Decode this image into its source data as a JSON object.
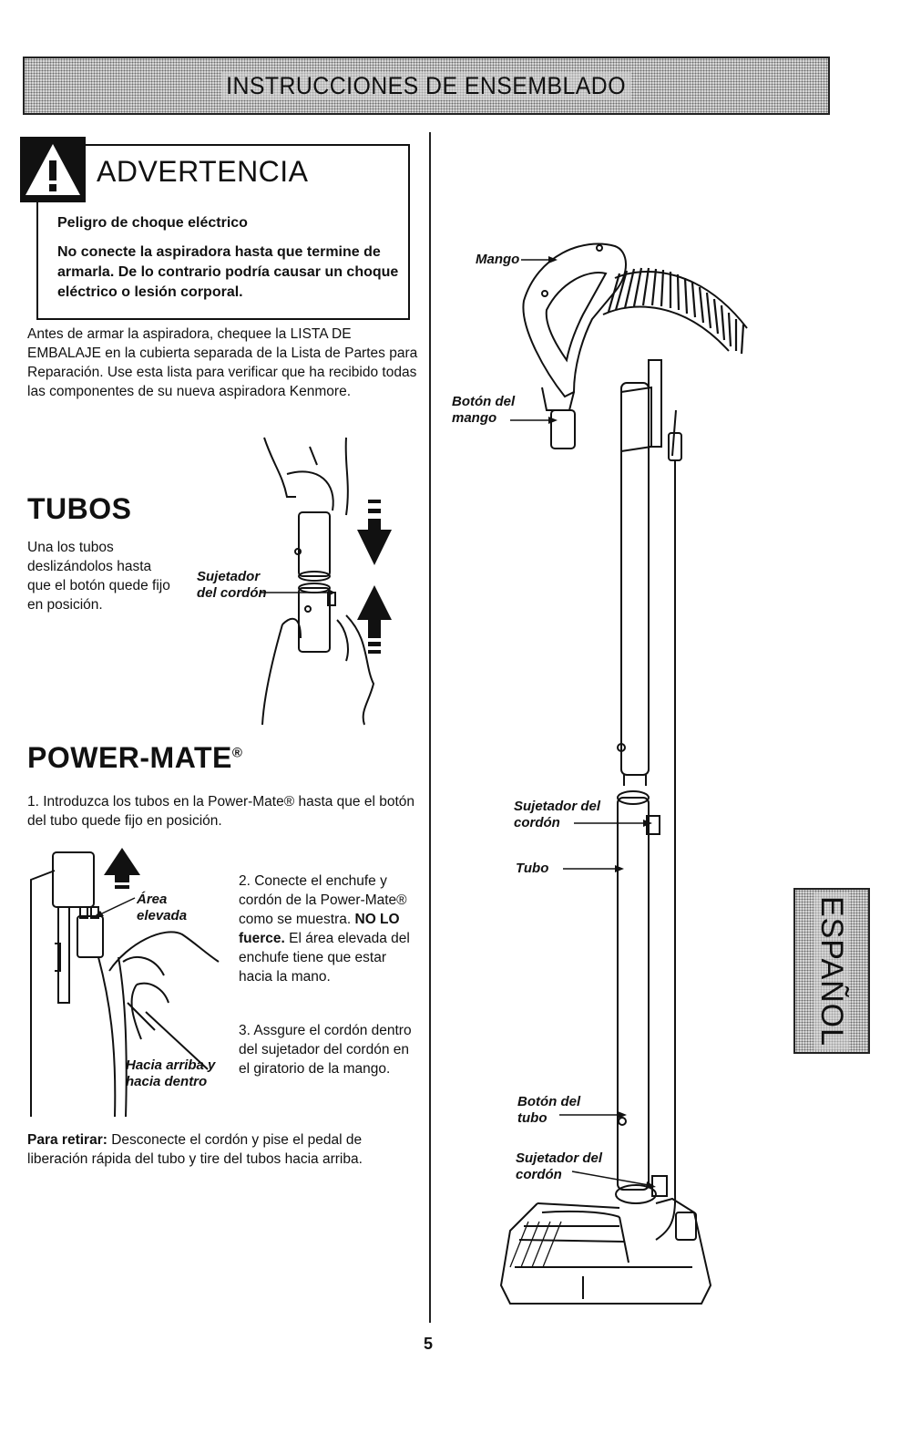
{
  "header": {
    "title": "INSTRUCCIONES DE ENSEMBLADO"
  },
  "warning": {
    "title": "ADVERTENCIA",
    "subtitle": "Peligro de choque eléctrico",
    "text": "No conecte la aspiradora hasta que termine de armarla. De lo contrario podría causar un choque eléctrico o lesión corporal."
  },
  "intro": "Antes de armar la aspiradora, chequee la LISTA DE EMBALAJE en la cubierta separada de la Lista de Partes para Reparación. Use esta lista para verificar que ha recibido todas las componentes de su nueva aspiradora Kenmore.",
  "tubos": {
    "heading": "TUBOS",
    "text": "Una los tubos deslizándolos hasta que el botón quede fijo en posición.",
    "label_sujetador": "Sujetador del cordón"
  },
  "powermate": {
    "heading": "POWER-MATE",
    "reg": "®",
    "step1": "1. Introduzca los tubos en la Power-Mate® hasta que el botón del tubo quede fijo en posición.",
    "step2_a": "2. Conecte el enchufe y cordón de la Power-Mate® como se muestra.",
    "step2_bold": "NO LO fuerce.",
    "step2_b": "El área elevada del enchufe tiene que estar hacia la mano.",
    "step3": "3. Assgure el cordón dentro del sujetador del cordón en el giratorio de la mango.",
    "label_area": "Área elevada",
    "label_hacia": "Hacia arriba y hacia dentro"
  },
  "retirar": {
    "bold": "Para retirar:",
    "text": "Desconecte el cordón y pise el pedal de liberación rápida del tubo y tire del tubos hacia arriba."
  },
  "diagram": {
    "mango": "Mango",
    "boton_mango": "Botón del mango",
    "sujetador_1": "Sujetador del cordón",
    "tubo": "Tubo",
    "boton_tubo": "Botón del tubo",
    "sujetador_2": "Sujetador del cordón"
  },
  "side_tab": "ESPAÑOL",
  "page_number": "5"
}
